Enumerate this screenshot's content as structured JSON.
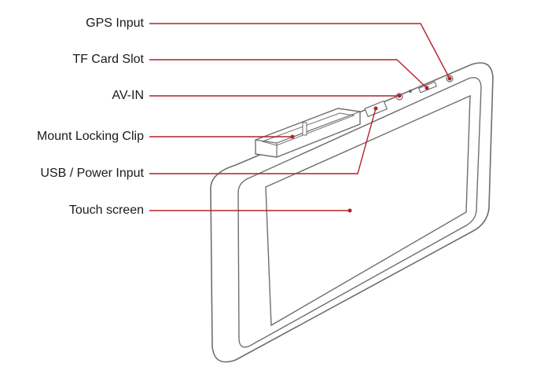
{
  "callouts": [
    {
      "label": "GPS Input"
    },
    {
      "label": "TF Card Slot"
    },
    {
      "label": "AV-IN"
    },
    {
      "label": "Mount Locking Clip"
    },
    {
      "label": "USB / Power Input"
    },
    {
      "label": "Touch screen"
    }
  ],
  "colors": {
    "leader": "#b3202a",
    "outline": "#6e6e6e",
    "text": "#1a1a1a"
  }
}
